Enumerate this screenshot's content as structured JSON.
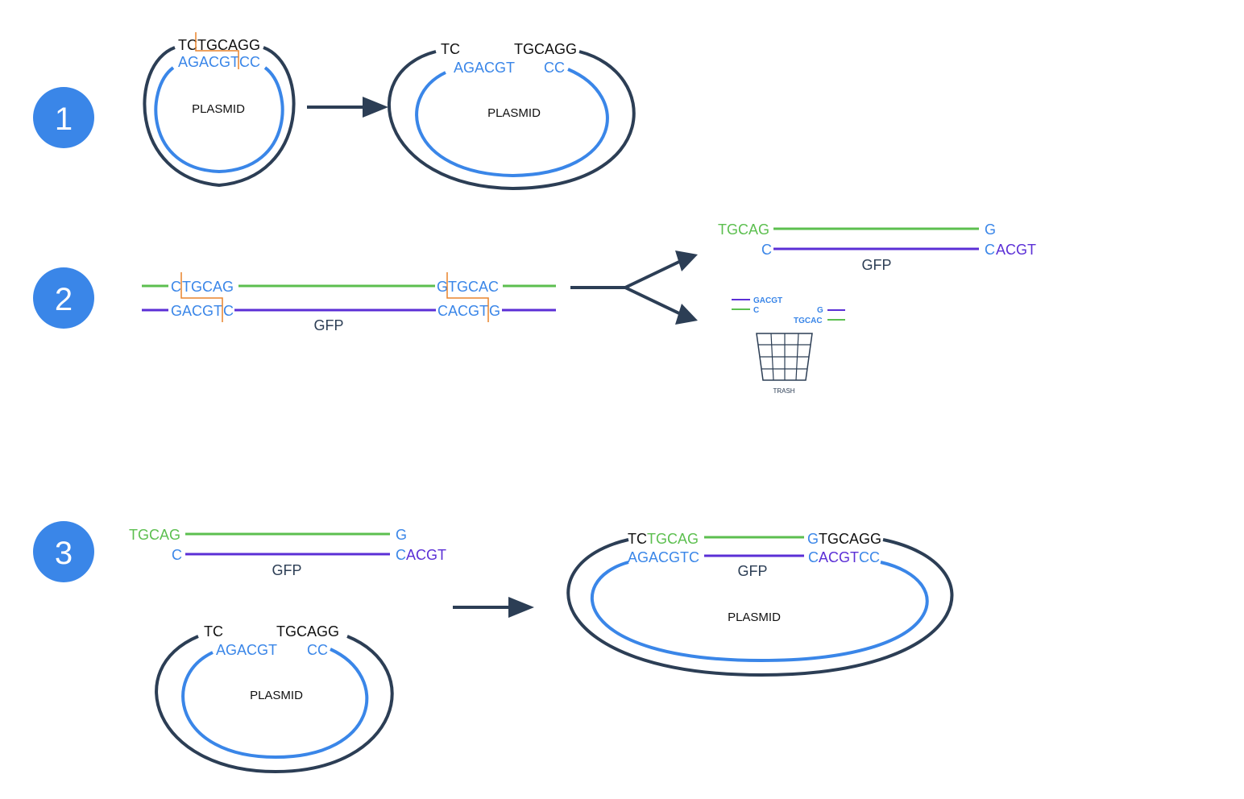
{
  "colors": {
    "dark": "#2c3e55",
    "blue": "#3a86e8",
    "green": "#5cbf4f",
    "purple": "#5b2fd6",
    "orange": "#e8842c",
    "black": "#111111",
    "step_circle": "#3a86e8"
  },
  "steps": {
    "s1": "1",
    "s2": "2",
    "s3": "3"
  },
  "step1": {
    "left": {
      "top": "TCTGCAGG",
      "bottom": "AGACGTCC",
      "label": "PLASMID"
    },
    "right": {
      "top_left": "TC",
      "top_right": "TGCAGG",
      "bottom_left": "AGACGT",
      "bottom_right": "CC",
      "label": "PLASMID"
    }
  },
  "step2": {
    "insert": {
      "top_left_c": "C",
      "top_left_rest": "TGCAG",
      "bot_left_rest": "GACGT",
      "bot_left_c": "C",
      "top_right_g": "G",
      "top_right_rest": "TGCAC",
      "bot_right_rest": "CACGT",
      "bot_right_g": "G",
      "label": "GFP"
    },
    "product": {
      "top_left": "TGCAG",
      "top_right": "G",
      "bot_left": "C",
      "bot_right_c": "C",
      "bot_right_rest": "ACGT",
      "label": "GFP"
    },
    "waste": {
      "a": "GACGT",
      "b": "C",
      "c": "G",
      "d": "TGCAC",
      "label": "TRASH"
    }
  },
  "step3": {
    "insert": {
      "top_left": "TGCAG",
      "top_right": "G",
      "bot_left": "C",
      "bot_right_c": "C",
      "bot_right_rest": "ACGT",
      "label": "GFP"
    },
    "plasmid": {
      "top_left": "TC",
      "top_right": "TGCAGG",
      "bottom_left": "AGACGT",
      "bottom_right": "CC",
      "label": "PLASMID"
    },
    "result": {
      "top_tc": "TC",
      "top_green": "TGCAG",
      "top_g": "G",
      "top_tail": "TGCAGG",
      "bot_blue": "AGACGTC",
      "bot_c": "C",
      "bot_purple": "ACGT",
      "bot_cc": "CC",
      "gfp": "GFP",
      "label": "PLASMID"
    }
  }
}
